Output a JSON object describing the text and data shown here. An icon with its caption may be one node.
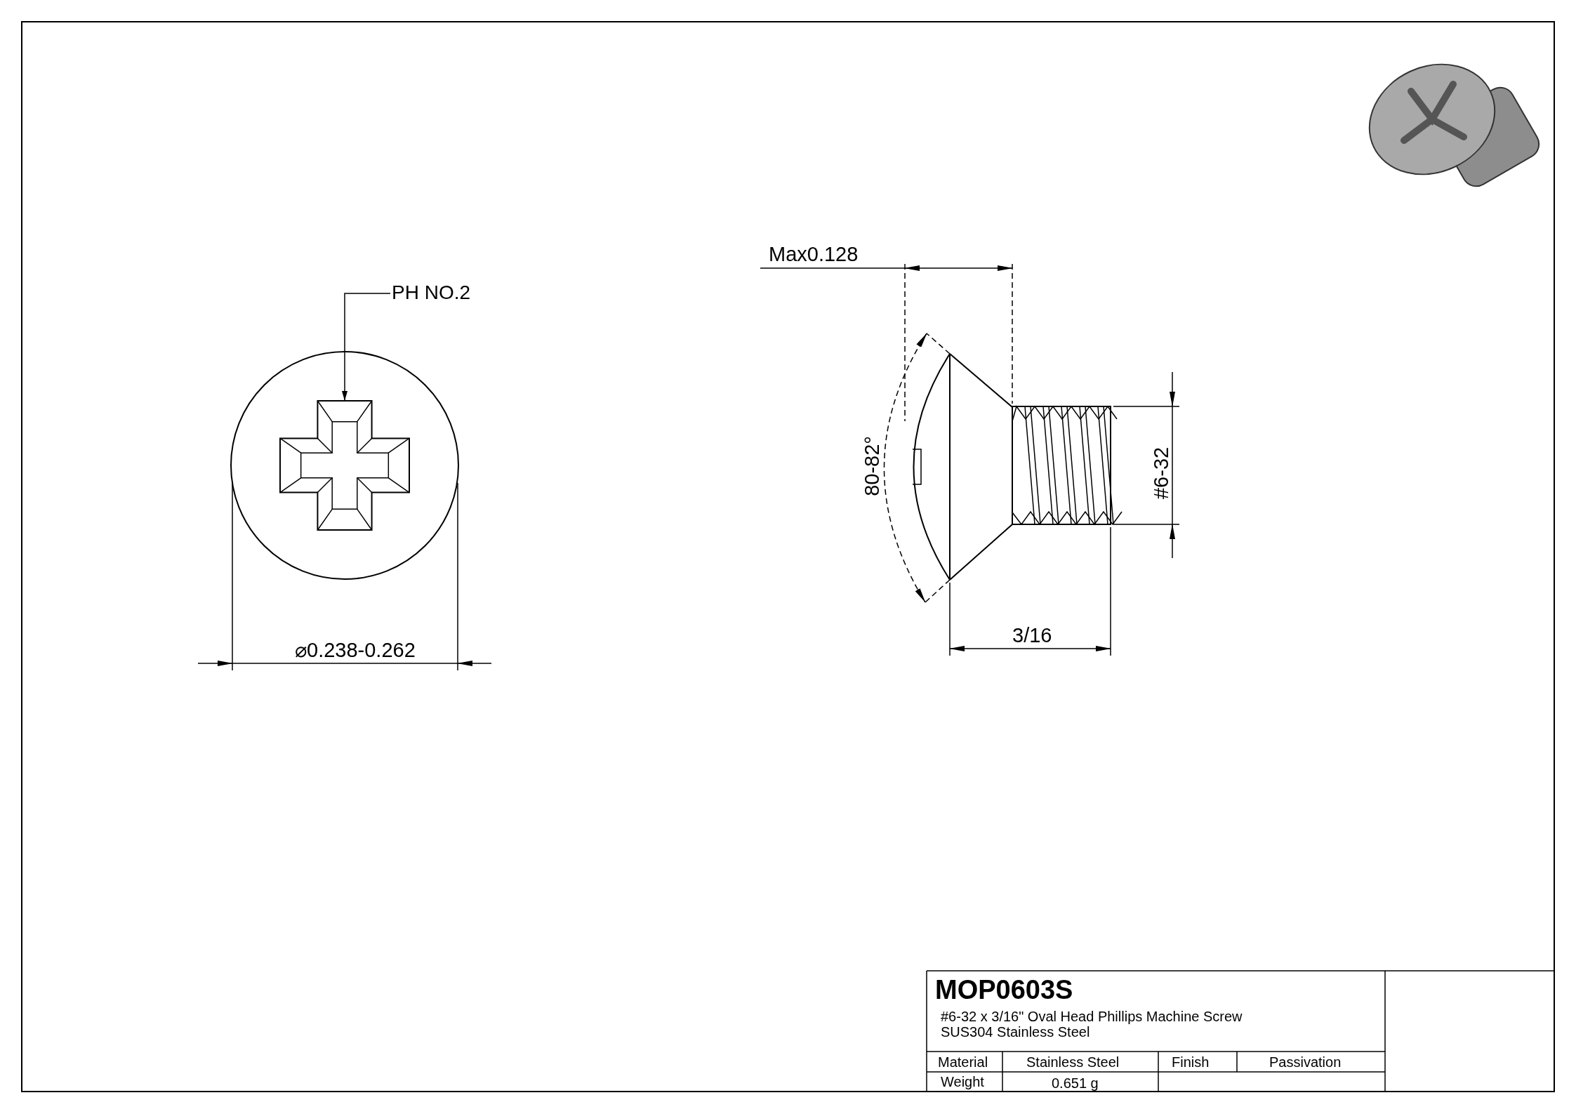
{
  "diagram": {
    "nodes": [
      {
        "text": [
          "PH NO.2"
        ]
      },
      {
        "text": [],
        "shape": "picture"
      }
    ],
    "edges": [
      {
        "from": 0,
        "to": 1,
        "arrow": "to"
      }
    ],
    "labels": [
      "Max0.128",
      "80-82°",
      "#6-32",
      "⌀0.238-0.262",
      "3/16",
      "MOP0603S",
      "#6-32 x 3/16\" Oval Head Phillips Machine Screw",
      "SUS304 Stainless Steel",
      "Material",
      "Stainless Steel",
      "Finish",
      "Passivation",
      "Weight",
      "0.651 g"
    ]
  }
}
